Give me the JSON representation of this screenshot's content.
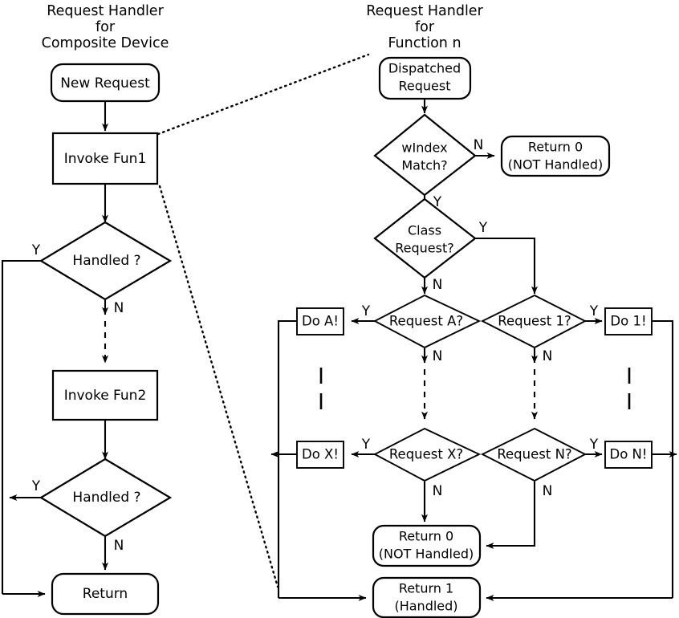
{
  "diagram": {
    "title_left": {
      "line1": "Request Handler",
      "line2": "for",
      "line3": "Composite Device"
    },
    "title_right": {
      "line1": "Request Handler",
      "line2": "for",
      "line3": "Function n"
    },
    "left_flow": {
      "nodes": {
        "new_request": "New Request",
        "invoke_fun1": "Invoke Fun1",
        "handled_1": "Handled ?",
        "invoke_fun2": "Invoke Fun2",
        "handled_2": "Handled ?",
        "return": "Return"
      },
      "branches": {
        "handled_1_yes": "Y",
        "handled_1_no": "N",
        "handled_2_yes": "Y",
        "handled_2_no": "N"
      }
    },
    "right_flow": {
      "nodes": {
        "dispatched_request_l1": "Dispatched",
        "dispatched_request_l2": "Request",
        "windex_match_l1": "wIndex",
        "windex_match_l2": "Match?",
        "return0_top_l1": "Return 0",
        "return0_top_l2": "(NOT Handled)",
        "class_request_l1": "Class",
        "class_request_l2": "Request?",
        "request_a": "Request A?",
        "request_1": "Request 1?",
        "request_x": "Request X?",
        "request_n": "Request N?",
        "do_a": "Do A!",
        "do_1": "Do 1!",
        "do_x": "Do X!",
        "do_n": "Do N!",
        "return0_bottom_l1": "Return 0",
        "return0_bottom_l2": "(NOT Handled)",
        "return1_l1": "Return 1",
        "return1_l2": "(Handled)"
      },
      "branches": {
        "windex_no": "N",
        "windex_yes": "Y",
        "class_yes": "Y",
        "class_no": "N",
        "request_a_yes": "Y",
        "request_a_no": "N",
        "request_1_yes": "Y",
        "request_1_no": "N",
        "request_x_yes": "Y",
        "request_x_no": "N",
        "request_n_yes": "Y",
        "request_n_no": "N"
      }
    },
    "colors": {
      "stroke": "#000000",
      "fill": "#ffffff",
      "background": "#ffffff"
    }
  }
}
